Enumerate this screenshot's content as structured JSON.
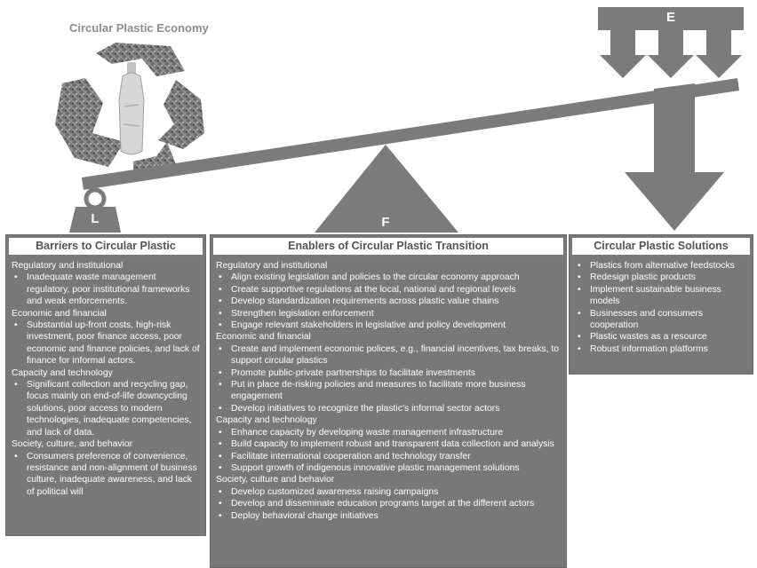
{
  "header": {
    "title": "Circular Plastic Economy"
  },
  "labels": {
    "L": "L",
    "F": "F",
    "E": "E"
  },
  "colors": {
    "shape_gray": "#7b7b7b",
    "panel_gray": "#787878",
    "text_dark": "#555555"
  },
  "barriers": {
    "title": "Barriers to Circular Plastic",
    "sections": [
      {
        "heading": "Regulatory and institutional",
        "items": [
          "Inadequate waste management regulatory, poor institutional frameworks and weak enforcements."
        ]
      },
      {
        "heading": "Economic and financial",
        "items": [
          "Substantial up-front costs, high-risk investment, poor finance access, poor economic and finance policies, and lack of finance for informal actors."
        ]
      },
      {
        "heading": "Capacity and technology",
        "items": [
          "Significant collection and recycling gap, focus mainly on end-of-life downcycling solutions, poor access to modern technologies, inadequate competencies, and lack of data."
        ]
      },
      {
        "heading": "Society, culture, and behavior",
        "items": [
          "Consumers preference of convenience, resistance and non-alignment of business culture, inadequate awareness, and lack of political will"
        ]
      }
    ]
  },
  "enablers": {
    "title": "Enablers of Circular Plastic Transition",
    "sections": [
      {
        "heading": "Regulatory and institutional",
        "items": [
          "Align existing legislation and policies to the circular economy approach",
          "Create supportive regulations at the local, national and regional levels",
          "Develop standardization requirements across plastic value chains",
          "Strengthen legislation enforcement",
          "Engage relevant stakeholders in legislative and policy development"
        ]
      },
      {
        "heading": "Economic and financial",
        "items": [
          "Create and implement economic polices, e.g., financial incentives, tax breaks, to support circular plastics",
          "Promote public-private partnerships to facilitate investments",
          "Put in place de-risking policies and measures to facilitate more business engagement",
          "Develop initiatives to recognize the plastic’s informal sector actors"
        ]
      },
      {
        "heading": "Capacity and technology",
        "items": [
          "Enhance capacity by developing waste management infrastructure",
          "Build capacity to implement robust and transparent data collection and analysis",
          "Facilitate international cooperation and technology transfer",
          "Support growth of indigenous innovative plastic management solutions"
        ]
      },
      {
        "heading": "Society, culture and behavior",
        "items": [
          "Develop customized awareness raising campaigns",
          "Develop and disseminate education programs target at the different actors",
          "Deploy behavioral change initiatives"
        ]
      }
    ]
  },
  "solutions": {
    "title": "Circular Plastic Solutions",
    "sections": [
      {
        "heading": "",
        "items": [
          "Plastics from alternative feedstocks",
          "Redesign plastic products",
          "Implement sustainable business models",
          "Businesses and consumers cooperation",
          "Plastic wastes as a resource",
          "Robust information platforms"
        ]
      }
    ]
  }
}
